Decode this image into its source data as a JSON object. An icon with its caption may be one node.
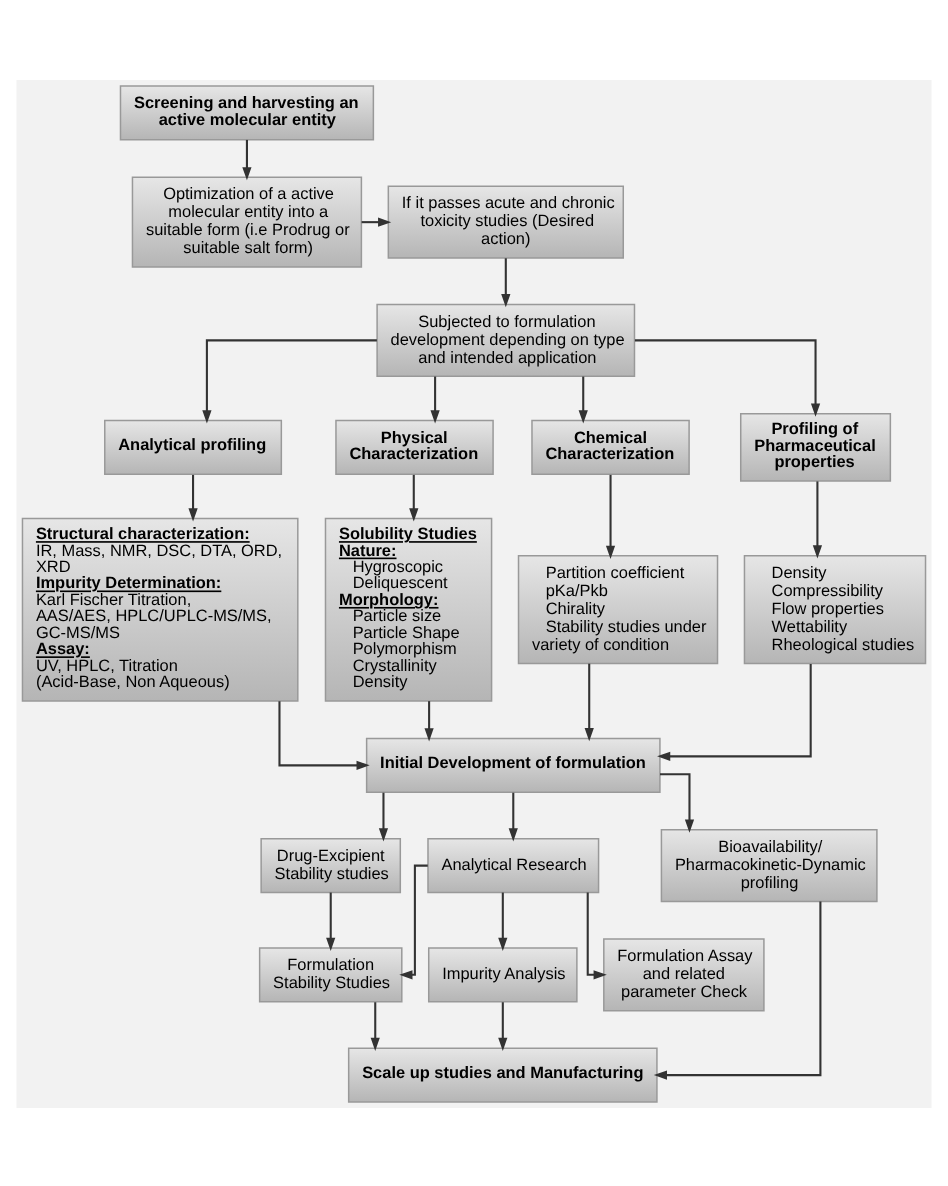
{
  "diagram": {
    "nodes": [
      {
        "text": [
          "Screening and harvesting an active molecular entity"
        ]
      },
      {
        "text": [
          "Optimization of a active molecular entity into a suitable form (i.e Prodrug or suitable salt form)"
        ]
      },
      {
        "text": [
          "If it passes acute and chronic toxicity studies (Desired action)"
        ]
      },
      {
        "text": [
          "Subjected to formulation development depending on type and intended application"
        ]
      },
      {
        "text": [
          "Analytical profiling"
        ]
      },
      {
        "text": [
          "Physical Characterization"
        ]
      },
      {
        "text": [
          "Chemical Characterization"
        ]
      },
      {
        "text": [
          "Profiling of Pharmaceutical properties"
        ]
      },
      {
        "text": [
          "Structural characterization:",
          "IR, Mass, NMR, DSC, DTA, ORD, XRD",
          "Impurity Determination:",
          "Karl Fischer Titration, AAS/AES, HPLC/UPLC-MS/MS, GC-MS/MS",
          "Assay:",
          "UV, HPLC, Titration (Acid-Base, Non Aqueous)"
        ]
      },
      {
        "text": [
          "Solubility Studies",
          "Nature:",
          "Hygroscopic",
          "Deliquescent",
          "Morphology:",
          "Particle size",
          "Particle Shape",
          "Polymorphism",
          "Crystallinity",
          "Density"
        ]
      },
      {
        "text": [
          "Partition coefficient",
          "pKa/Pkb",
          "Chirality",
          "Stability studies under variety of condition"
        ]
      },
      {
        "text": [
          "Density",
          "Compressibility",
          "Flow properties",
          "Wettability",
          "Rheological studies"
        ]
      },
      {
        "text": [
          "Initial Development of formulation"
        ]
      },
      {
        "text": [
          "Drug-Excipient Stability studies"
        ]
      },
      {
        "text": [
          "Analytical Research"
        ]
      },
      {
        "text": [
          "Bioavailability/ Pharmacokinetic-Dynamic profiling"
        ]
      },
      {
        "text": [
          "Formulation Stability Studies"
        ]
      },
      {
        "text": [
          "Impurity Analysis"
        ]
      },
      {
        "text": [
          "Formulation Assay and related parameter Check"
        ]
      },
      {
        "text": [
          "Scale up studies and Manufacturing"
        ]
      }
    ],
    "edges": [
      {
        "from": 0,
        "to": 1,
        "arrow": "to"
      },
      {
        "from": 1,
        "to": 2,
        "arrow": "to"
      },
      {
        "from": 2,
        "to": 3,
        "arrow": "to"
      },
      {
        "from": 3,
        "to": 4,
        "arrow": "to"
      },
      {
        "from": 3,
        "to": 5,
        "arrow": "to"
      },
      {
        "from": 3,
        "to": 6,
        "arrow": "to"
      },
      {
        "from": 3,
        "to": 7,
        "arrow": "to"
      },
      {
        "from": 4,
        "to": 8,
        "arrow": "to"
      },
      {
        "from": 5,
        "to": 9,
        "arrow": "to"
      },
      {
        "from": 6,
        "to": 10,
        "arrow": "to"
      },
      {
        "from": 7,
        "to": 11,
        "arrow": "to"
      },
      {
        "from": 8,
        "to": 12,
        "arrow": "to"
      },
      {
        "from": 9,
        "to": 12,
        "arrow": "to"
      },
      {
        "from": 10,
        "to": 12,
        "arrow": "to"
      },
      {
        "from": 11,
        "to": 12,
        "arrow": "to"
      },
      {
        "from": 12,
        "to": 13,
        "arrow": "to"
      },
      {
        "from": 12,
        "to": 14,
        "arrow": "to"
      },
      {
        "from": 12,
        "to": 15,
        "arrow": "to"
      },
      {
        "from": 13,
        "to": 16,
        "arrow": "to"
      },
      {
        "from": 14,
        "to": 16,
        "arrow": "to"
      },
      {
        "from": 14,
        "to": 17,
        "arrow": "to"
      },
      {
        "from": 14,
        "to": 18,
        "arrow": "to"
      },
      {
        "from": 16,
        "to": 19,
        "arrow": "to"
      },
      {
        "from": 17,
        "to": 19,
        "arrow": "to"
      },
      {
        "from": 15,
        "to": 19,
        "arrow": "to"
      }
    ]
  }
}
